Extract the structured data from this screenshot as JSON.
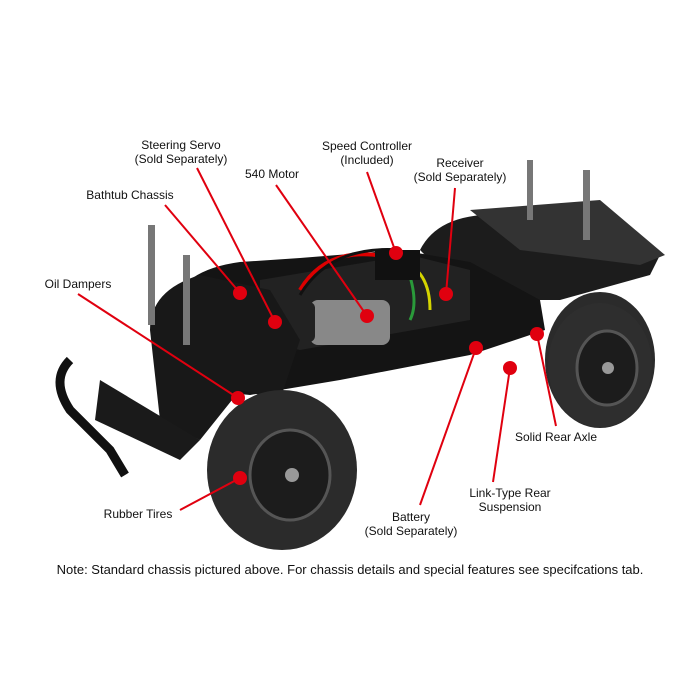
{
  "colors": {
    "accent": "#e0000f",
    "chassis": "#1a1a1a",
    "tire": "#2a2a2a"
  },
  "labels": {
    "steering_servo": [
      "Steering Servo",
      "(Sold Separately)"
    ],
    "speed_controller": [
      "Speed Controller",
      "(Included)"
    ],
    "receiver": [
      "Receiver",
      "(Sold Separately)"
    ],
    "motor": "540 Motor",
    "bathtub_chassis": "Bathtub Chassis",
    "oil_dampers": "Oil Dampers",
    "solid_rear_axle": "Solid Rear Axle",
    "link_rear_suspension": [
      "Link-Type Rear",
      "Suspension"
    ],
    "battery": [
      "Battery",
      "(Sold Separately)"
    ],
    "rubber_tires": "Rubber Tires"
  },
  "note": "Note: Standard chassis pictured above. For chassis details and special features see specifcations tab."
}
